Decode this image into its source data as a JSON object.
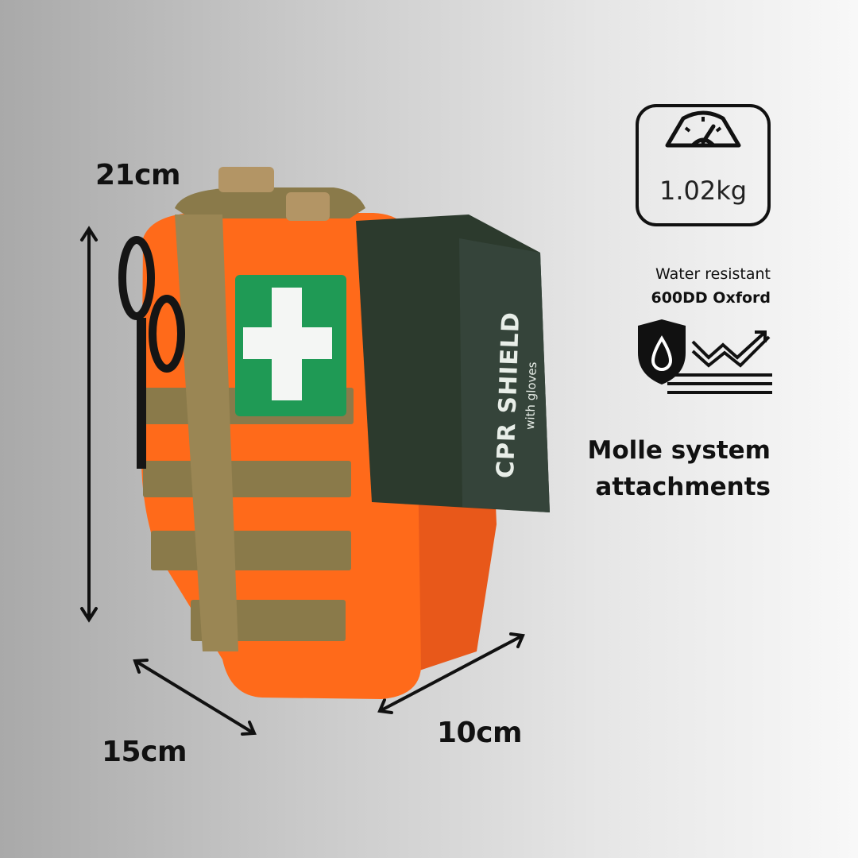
{
  "dimensions": {
    "height": "21cm",
    "width": "15cm",
    "depth": "10cm"
  },
  "weight": {
    "value": "1.02kg",
    "icon": "scale-icon"
  },
  "material": {
    "line1": "Water resistant",
    "line2": "600DD Oxford",
    "icon": "water-shield-icon"
  },
  "feature": {
    "line1": "Molle system",
    "line2": "attachments"
  },
  "product": {
    "patch_icon": "first-aid-cross-icon",
    "pouch_title": "CPR SHIELD",
    "pouch_subtitle": "with gloves"
  },
  "colors": {
    "bag_orange": "#ff6a1a",
    "strap_tan": "#8a7a4a",
    "patch_green": "#1f9a55",
    "pouch_green": "#2c3a2d",
    "text": "#111111"
  }
}
